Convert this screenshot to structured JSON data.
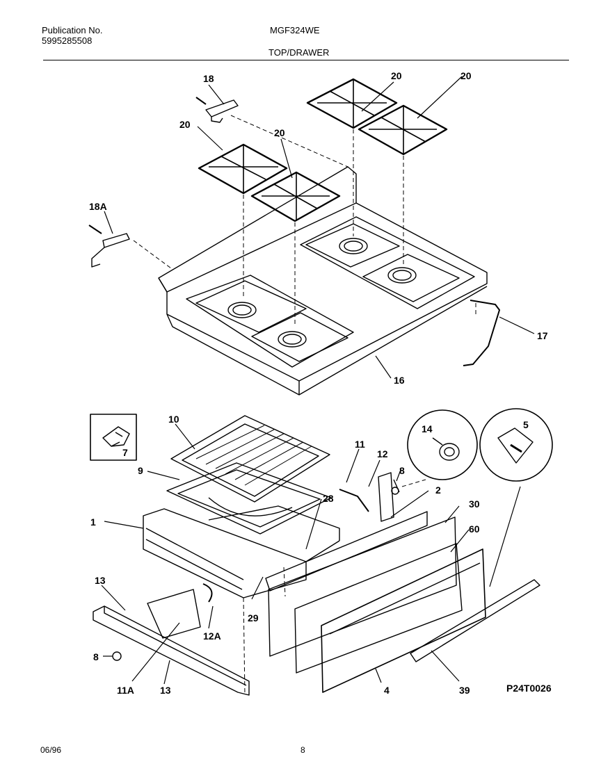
{
  "header": {
    "publication_label": "Publication No.",
    "publication_number": "5995285508",
    "model": "MGF324WE",
    "section": "TOP/DRAWER"
  },
  "footer": {
    "date": "06/96",
    "page": "8",
    "figure_code": "P24T0026"
  },
  "callouts": {
    "c18": "18",
    "c18a": "18A",
    "c20a": "20",
    "c20b": "20",
    "c20c": "20",
    "c20d": "20",
    "c17": "17",
    "c16": "16",
    "c10": "10",
    "c7": "7",
    "c14": "14",
    "c5": "5",
    "c11": "11",
    "c12": "12",
    "c8a": "8",
    "c2": "2",
    "c30": "30",
    "c9": "9",
    "c28": "28",
    "c60": "60",
    "c1": "1",
    "c13a": "13",
    "c12a": "12A",
    "c29": "29",
    "c8b": "8",
    "c11a": "11A",
    "c13b": "13",
    "c4": "4",
    "c39": "39"
  }
}
